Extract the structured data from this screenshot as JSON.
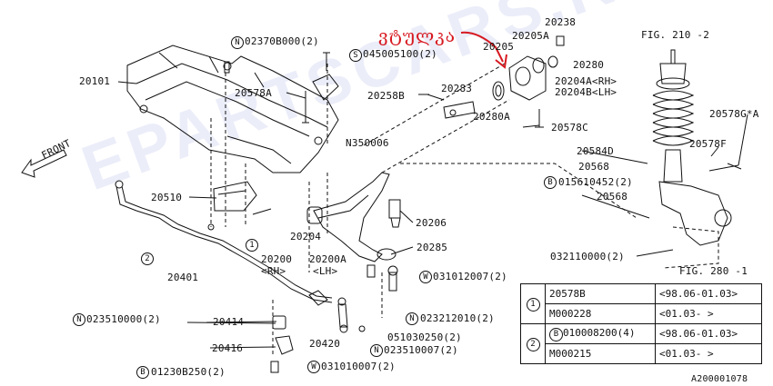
{
  "annotation": "ვტულკა",
  "watermark": "EPARTSCARS.RU",
  "fig_refs": {
    "top": "FIG. 210 -2",
    "bottom": "FIG. 280 -1"
  },
  "front_label": "FRONT",
  "diagram_id": "A200001078",
  "parts": [
    {
      "key": "p20101",
      "code": "20101"
    },
    {
      "key": "p02370",
      "code": "02370B000(2)",
      "prefix": "N"
    },
    {
      "key": "p04500",
      "code": "045005100(2)",
      "prefix": "S"
    },
    {
      "key": "p20578A",
      "code": "20578A"
    },
    {
      "key": "p20258B",
      "code": "20258B"
    },
    {
      "key": "p20283",
      "code": "20283"
    },
    {
      "key": "p20205",
      "code": "20205"
    },
    {
      "key": "p20205A",
      "code": "20205A"
    },
    {
      "key": "p20238",
      "code": "20238"
    },
    {
      "key": "p20280",
      "code": "20280"
    },
    {
      "key": "p20204A",
      "code": "20204A<RH>"
    },
    {
      "key": "p20204B",
      "code": "20204B<LH>"
    },
    {
      "key": "p20280A",
      "code": "20280A"
    },
    {
      "key": "p20578C",
      "code": "20578C"
    },
    {
      "key": "pN35",
      "code": "N350006"
    },
    {
      "key": "p20578G",
      "code": "20578G*A"
    },
    {
      "key": "p20578F",
      "code": "20578F"
    },
    {
      "key": "p20584D",
      "code": "20584D"
    },
    {
      "key": "p20568",
      "code": "20568"
    },
    {
      "key": "p01561",
      "code": "015610452(2)",
      "prefix": "B"
    },
    {
      "key": "p20568b",
      "code": "20568"
    },
    {
      "key": "p20510",
      "code": "20510"
    },
    {
      "key": "p20206",
      "code": "20206"
    },
    {
      "key": "p20204",
      "code": "20204"
    },
    {
      "key": "p20285",
      "code": "20285"
    },
    {
      "key": "p20200",
      "code": "20200"
    },
    {
      "key": "p20200A",
      "code": "20200A"
    },
    {
      "key": "pRH",
      "code": "<RH>"
    },
    {
      "key": "pLH",
      "code": "<LH>"
    },
    {
      "key": "p03211",
      "code": "032110000(2)"
    },
    {
      "key": "p20401",
      "code": "20401"
    },
    {
      "key": "p03101a",
      "code": "031012007(2)",
      "prefix": "W"
    },
    {
      "key": "p02351a",
      "code": "023510000(2)",
      "prefix": "N"
    },
    {
      "key": "p20414",
      "code": "20414"
    },
    {
      "key": "p02321",
      "code": "023212010(2)",
      "prefix": "N"
    },
    {
      "key": "p05103",
      "code": "051030250(2)"
    },
    {
      "key": "p20420",
      "code": "20420"
    },
    {
      "key": "p02351b",
      "code": "023510007(2)",
      "prefix": "N"
    },
    {
      "key": "p20416",
      "code": "20416"
    },
    {
      "key": "p03101b",
      "code": "031010007(2)",
      "prefix": "W"
    },
    {
      "key": "p01230",
      "code": "01230B250(2)",
      "prefix": "B"
    }
  ],
  "callouts": {
    "c1": "1",
    "c2": "2"
  },
  "legend": [
    {
      "key": "1",
      "rows": [
        {
          "part": "20578B",
          "date": "<98.06-01.03>"
        },
        {
          "part": "M000228",
          "date": "<01.03-   >"
        }
      ]
    },
    {
      "key": "2",
      "rows": [
        {
          "part": "010008200(4)",
          "prefix": "B",
          "date": "<98.06-01.03>"
        },
        {
          "part": "M000215",
          "date": "<01.03-   >"
        }
      ]
    }
  ],
  "colors": {
    "line": "#111111",
    "annotation": "#d71920",
    "watermark": "#3c50c8"
  }
}
